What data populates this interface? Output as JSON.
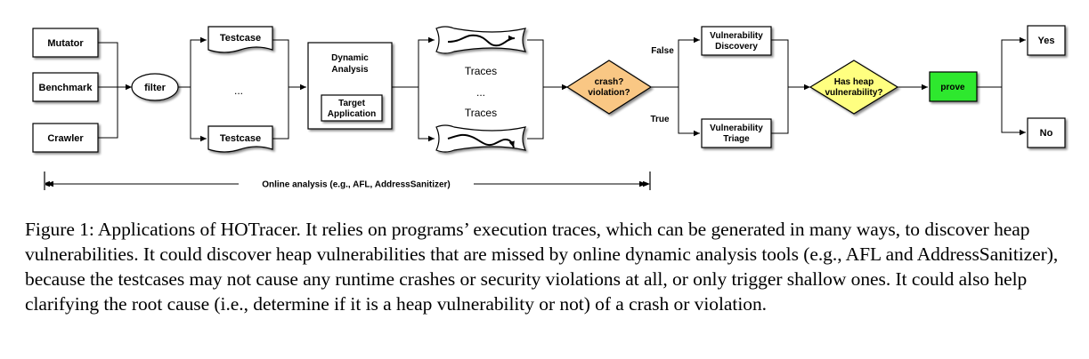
{
  "diagram": {
    "inputs": [
      "Mutator",
      "Benchmark",
      "Crawler"
    ],
    "filter": "filter",
    "testcase_top": "Testcase",
    "testcase_bottom": "Testcase",
    "testcase_ellipsis": "...",
    "dynamic_analysis": [
      "Dynamic",
      "Analysis"
    ],
    "target_application": [
      "Target",
      "Application"
    ],
    "traces_top": "Traces",
    "traces_ellipsis": "...",
    "traces_bottom": "Traces",
    "crash_violation": [
      "crash?",
      "violation?"
    ],
    "false_label": "False",
    "true_label": "True",
    "vuln_discovery": [
      "Vulnerability",
      "Discovery"
    ],
    "vuln_triage": [
      "Vulnerability",
      "Triage"
    ],
    "has_heap": [
      "Has heap",
      "vulnerability?"
    ],
    "prove": "prove",
    "yes": "Yes",
    "no": "No",
    "online_analysis": "Online analysis (e.g., AFL, AddressSanitizer)",
    "colors": {
      "decision_orange": "#f9c784",
      "decision_yellow": "#ffff80",
      "prove_green": "#2ee82e"
    }
  },
  "caption": "Figure 1: Applications of HOTracer. It relies on programs’ execution traces, which can be generated in many ways, to discover heap vulnerabilities. It could discover heap vulnerabilities that are missed by online dynamic analysis tools (e.g., AFL and AddressSanitizer), because the testcases may not cause any runtime crashes or security violations at all, or only trigger shallow ones. It could also help clarifying the root cause (i.e., determine if it is a heap vulnerability or not) of a crash or violation."
}
